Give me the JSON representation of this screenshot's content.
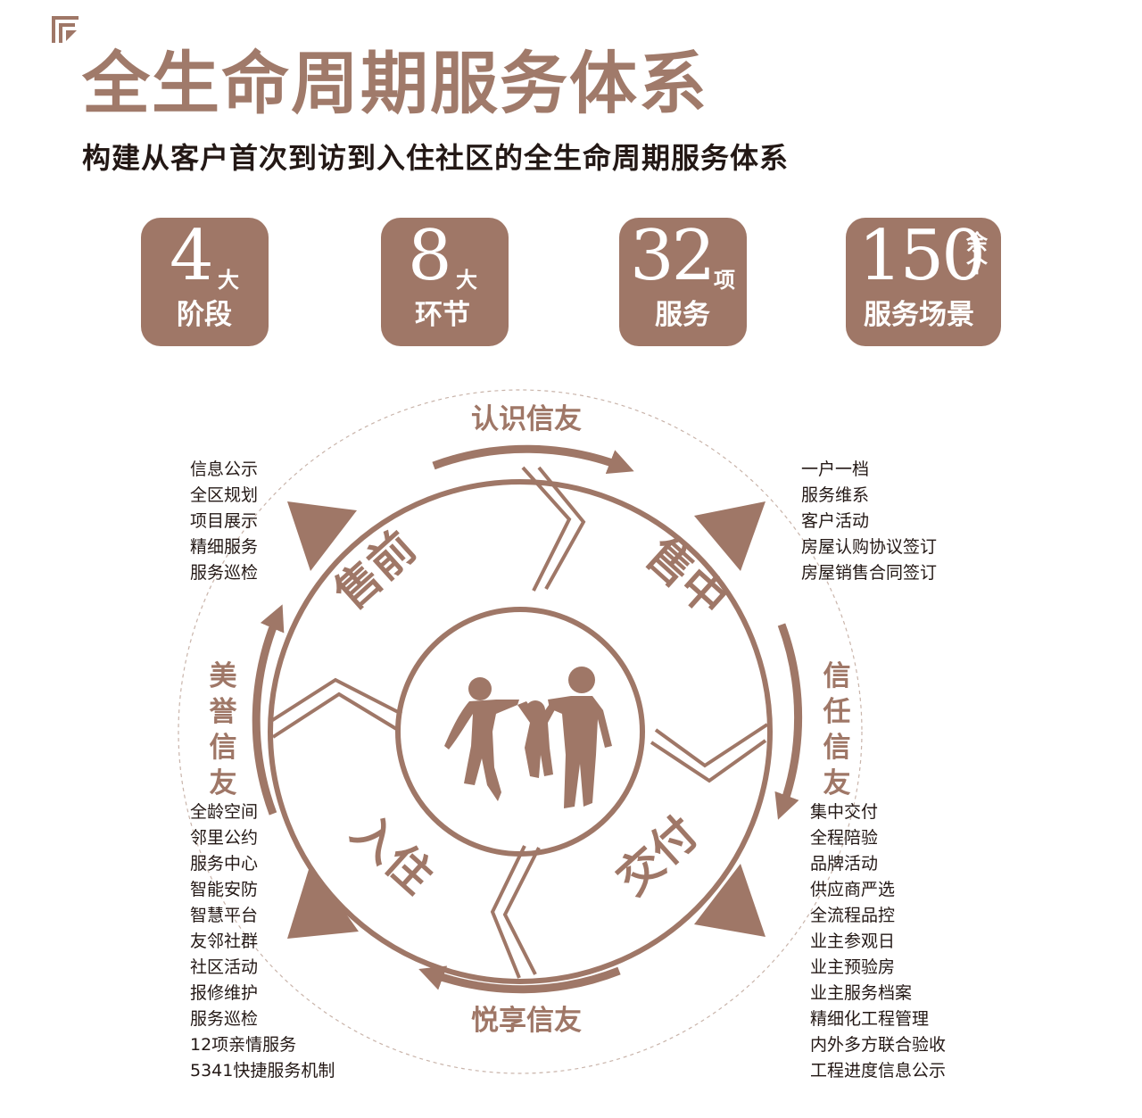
{
  "header": {
    "title": "全生命周期服务体系",
    "subtitle": "构建从客户首次到访到入住社区的全生命周期服务体系"
  },
  "stats": [
    {
      "number": "4",
      "unit": "大",
      "label": "阶段"
    },
    {
      "number": "8",
      "unit": "大",
      "label": "环节"
    },
    {
      "number": "32",
      "unit": "项",
      "label": "服务"
    },
    {
      "number": "150",
      "unit": "余个",
      "label": "服务场景"
    }
  ],
  "cycle": {
    "top": "认识信友",
    "right": "信任信友",
    "bottom": "悦享信友",
    "left": "美誉信友",
    "stages": {
      "presale": "售前",
      "insale": "售中",
      "delivery": "交付",
      "checkin": "入住"
    }
  },
  "lists": {
    "presale": [
      "信息公示",
      "全区规划",
      "项目展示",
      "精细服务",
      "服务巡检"
    ],
    "insale": [
      "一户一档",
      "服务维系",
      "客户活动",
      "房屋认购协议签订",
      "房屋销售合同签订"
    ],
    "delivery": [
      "集中交付",
      "全程陪验",
      "品牌活动",
      "供应商严选",
      "全流程品控",
      "业主参观日",
      "业主预验房",
      "业主服务档案",
      "精细化工程管理",
      "内外多方联合验收",
      "工程进度信息公示"
    ],
    "checkin": [
      "全龄空间",
      "邻里公约",
      "服务中心",
      "智能安防",
      "智慧平台",
      "友邻社群",
      "社区活动",
      "报修维护",
      "服务巡检",
      "12项亲情服务",
      "5341快捷服务机制"
    ]
  },
  "colors": {
    "brand": "#9f7767",
    "text": "#231815",
    "dashed": "#c9b4aa"
  },
  "icons": [
    "corner-logo-icon",
    "family-silhouette-icon",
    "triangle-marker-icon",
    "curved-arrow-icon"
  ]
}
